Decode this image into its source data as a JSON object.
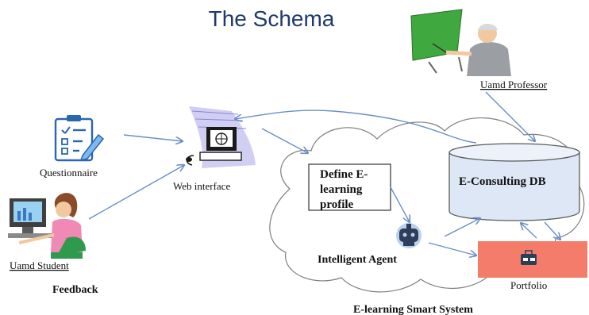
{
  "title": "The Schema",
  "nodes": {
    "professor": "Uamd Professor",
    "questionnaire": "Questionnaire",
    "web_interface": "Web interface",
    "student": "Uamd Student",
    "feedback": "Feedback",
    "define_profile_lines": [
      "Define E-",
      "learning",
      "profile"
    ],
    "database": "E-Consulting DB",
    "agent": "Intelligent Agent",
    "portfolio": "Portfolio",
    "system": "E-learning Smart System"
  },
  "colors": {
    "title": "#1f3a6b",
    "arrow": "#6b8fc4",
    "portfolio_box": "#f47c6a",
    "database_fill": "#dde7f5"
  },
  "icons": [
    "presenter-icon",
    "questionnaire-icon",
    "computer-icon",
    "student-icon",
    "robot-icon",
    "briefcase-icon"
  ]
}
